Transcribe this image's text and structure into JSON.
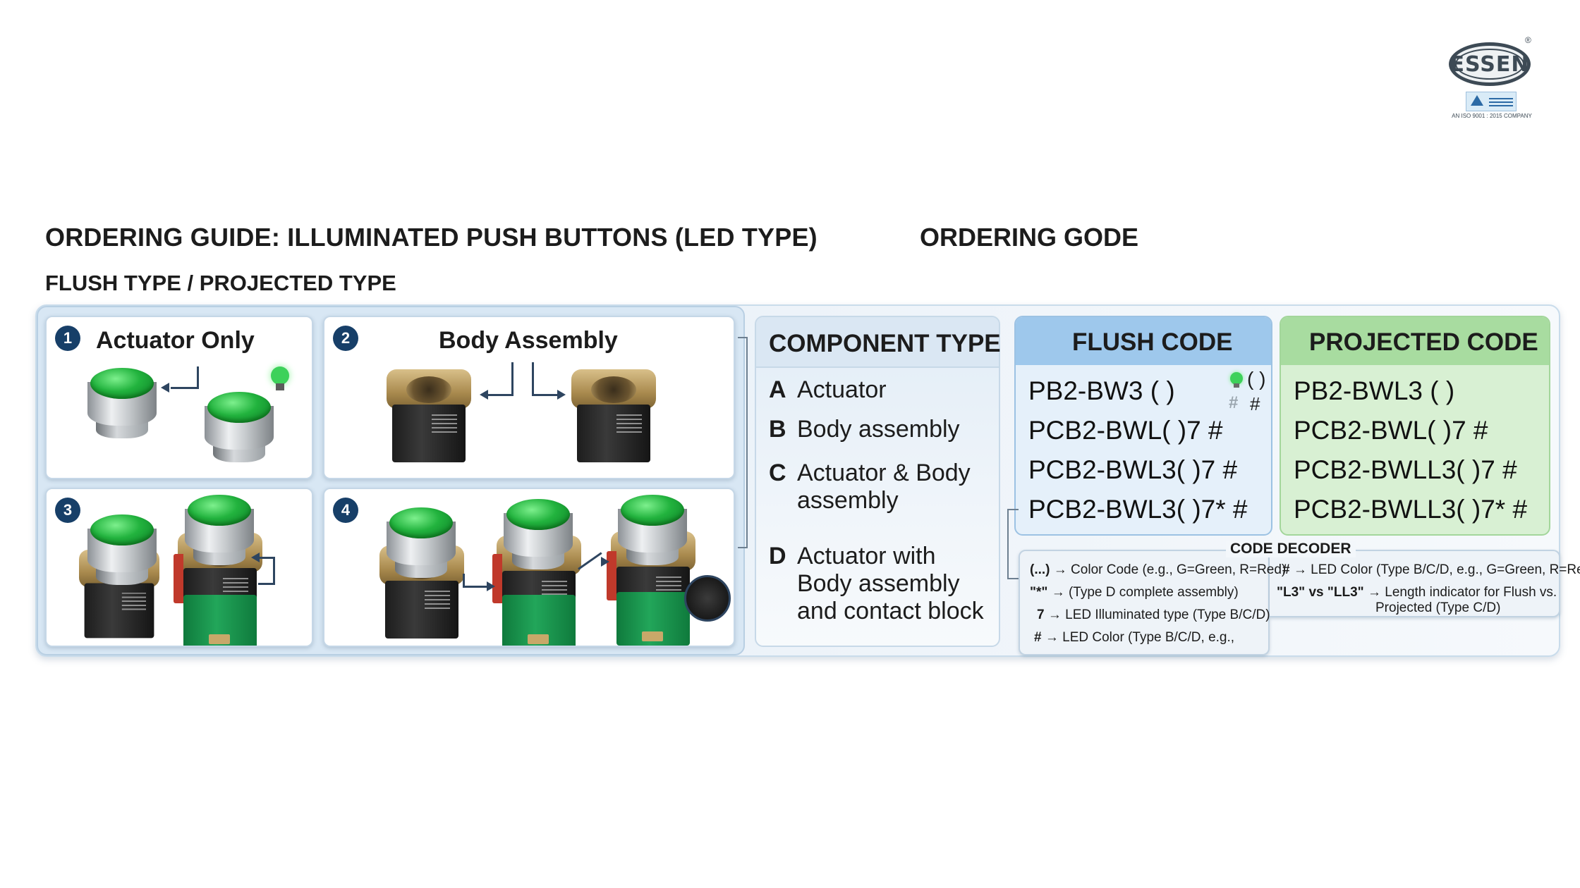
{
  "logo": {
    "brand": "ESSEN",
    "registered": "®",
    "cert_line": "AN ISO 9001 : 2015 COMPANY"
  },
  "headings": {
    "main_title": "ORDERING GUIDE: ILLUMINATED PUSH BUTTONS (LED TYPE)",
    "right_title": "ORDERING GODE",
    "subtitle": "FLUSH TYPE / PROJECTED TYPE"
  },
  "cards": [
    {
      "number": "1",
      "title": "Actuator Only"
    },
    {
      "number": "2",
      "title": "Body Assembly"
    },
    {
      "number": "3",
      "title": ""
    },
    {
      "number": "4",
      "title": ""
    }
  ],
  "component_type": {
    "title": "COMPONENT TYPE",
    "items": [
      {
        "letter": "A",
        "text": "Actuator"
      },
      {
        "letter": "B",
        "text": "Body assembly"
      },
      {
        "letter": "C",
        "text": "Actuator & Body assembly"
      },
      {
        "letter": "D",
        "text": "Actuator with Body assembly and contact block"
      }
    ]
  },
  "flush_code": {
    "title": "FLUSH CODE",
    "codes": [
      "PB2-BW3 ( )",
      "PCB2-BWL( )7 #",
      "PCB2-BWL3( )7 #",
      "PCB2-BWL3( )7* #"
    ],
    "legend_paren": "( )",
    "legend_hash": "#"
  },
  "projected_code": {
    "title": "PROJECTED CODE",
    "codes": [
      "PB2-BWL3 ( )",
      "PCB2-BWL( )7 #",
      "PCB2-BWLL3( )7 #",
      "PCB2-BWLL3( )7* #"
    ]
  },
  "code_decoder": {
    "title": "CODE DECODER",
    "left": [
      {
        "key": "(...)",
        "text": "→ Color Code (e.g., G=Green, R=Red)"
      },
      {
        "key": "\"*\"",
        "text": "→ (Type D complete assembly)"
      },
      {
        "key": "7",
        "text": "→ LED Illuminated type (Type B/C/D)"
      },
      {
        "key": "#",
        "text": "→ LED Color (Type B/C/D, e.g.,"
      }
    ],
    "right": [
      {
        "key": "#",
        "text": "→ LED Color (Type B/C/D, e.g., G=Green, R=Red)"
      },
      {
        "key": "\"L3\" vs \"LL3\"",
        "text": "→ Length indicator for Flush vs."
      },
      {
        "key": "",
        "text": "Projected (Type C/D)"
      }
    ]
  },
  "colors": {
    "accent_navy": "#173f68",
    "flush_blue": "#9ec8ec",
    "projected_green": "#a8dca0",
    "led_green": "#22b33e"
  }
}
